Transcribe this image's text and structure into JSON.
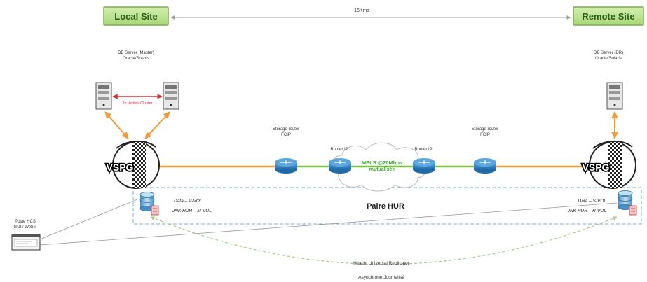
{
  "sites": {
    "local": "Local Site",
    "remote": "Remote Site",
    "distance": "15Kms"
  },
  "servers": {
    "local_label_1": "DB Server (Master)",
    "local_label_2": "Oracle/Solaris",
    "remote_label_1": "DB Server (DR)",
    "remote_label_2": "Oracle/Solaris",
    "cluster_label": "2x Veritas Cluster"
  },
  "storage": {
    "local_name": "VSPG",
    "remote_name": "VSPG"
  },
  "routers": {
    "left_fcip_1": "Storage router",
    "left_fcip_2": "FCIP",
    "right_fcip_1": "Storage router",
    "right_fcip_2": "FCIP",
    "left_ip": "Router IP",
    "right_ip": "Router IP"
  },
  "network": {
    "mpls_line_1": "MPLS @20Mbps",
    "mpls_line_2": "mutualisée"
  },
  "volumes": {
    "local_data": "Data – P-VOL",
    "local_jnl": "JNK HUR – M-VOL",
    "remote_data": "Data – S-VOL",
    "remote_jnl": "JNK HUR – R-VOL"
  },
  "pair_label": "Paire HUR",
  "management": {
    "label_1": "Poste HCS",
    "label_2": "GUI / WebM"
  },
  "replication": {
    "label_1": "Hitachi Universal Replicator",
    "label_2": "Asynchrone Journalisé"
  },
  "colors": {
    "site_box": "#b8e08a",
    "site_border": "#7fae4b",
    "orange": "#f39a3a",
    "green_link": "#7ac143",
    "router_blue": "#2d7fc1",
    "mpls_text": "#3aa53a",
    "dash_blue": "#6fb1d6",
    "red_arrow": "#d33333"
  }
}
